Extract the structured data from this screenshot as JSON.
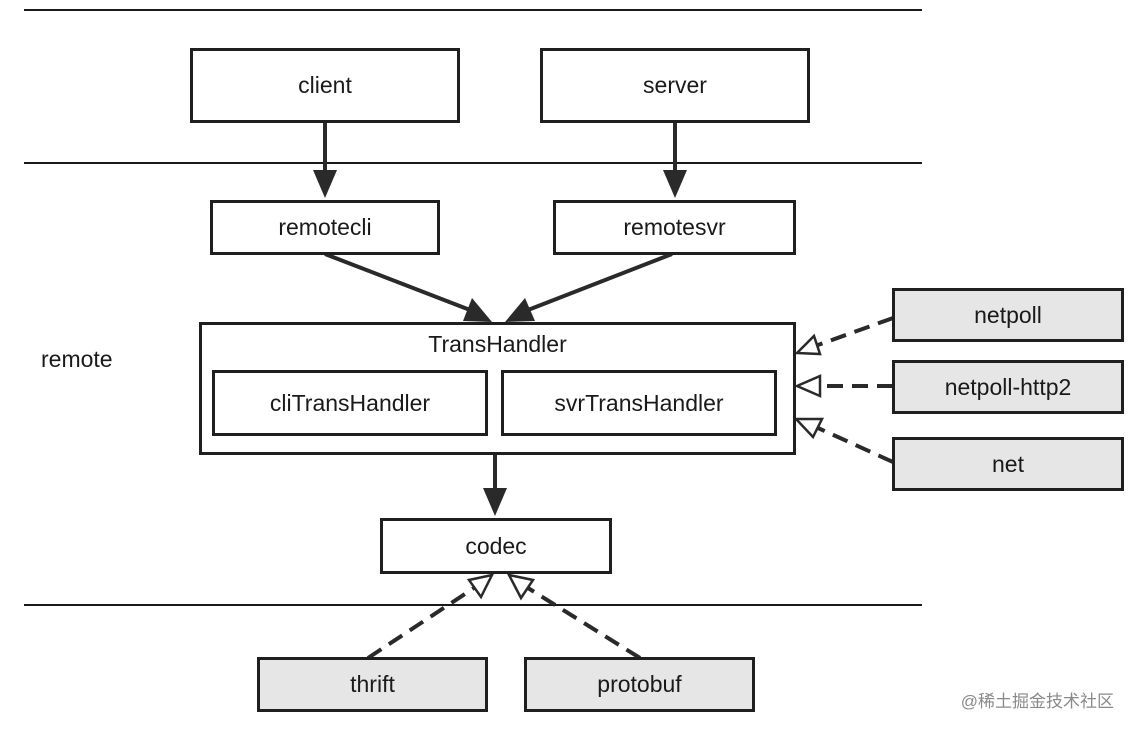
{
  "layer_label": "remote",
  "nodes": {
    "client": "client",
    "server": "server",
    "remotecli": "remotecli",
    "remotesvr": "remotesvr",
    "trans_handler": "TransHandler",
    "cli_trans_handler": "cliTransHandler",
    "svr_trans_handler": "svrTransHandler",
    "codec": "codec",
    "netpoll": "netpoll",
    "netpoll_http2": "netpoll-http2",
    "net": "net",
    "thrift": "thrift",
    "protobuf": "protobuf"
  },
  "edges": [
    {
      "from": "client",
      "to": "remotecli",
      "style": "solid"
    },
    {
      "from": "server",
      "to": "remotesvr",
      "style": "solid"
    },
    {
      "from": "remotecli",
      "to": "TransHandler",
      "style": "solid"
    },
    {
      "from": "remotesvr",
      "to": "TransHandler",
      "style": "solid"
    },
    {
      "from": "TransHandler",
      "to": "codec",
      "style": "solid"
    },
    {
      "from": "netpoll",
      "to": "TransHandler",
      "style": "dashed-hollow"
    },
    {
      "from": "netpoll-http2",
      "to": "TransHandler",
      "style": "dashed-hollow"
    },
    {
      "from": "net",
      "to": "TransHandler",
      "style": "dashed-hollow"
    },
    {
      "from": "thrift",
      "to": "codec",
      "style": "dashed-hollow"
    },
    {
      "from": "protobuf",
      "to": "codec",
      "style": "dashed-hollow"
    }
  ],
  "colors": {
    "stroke": "#1f1f1f",
    "implementation_fill": "#e6e6e6"
  },
  "watermark": "@稀土掘金技术社区"
}
